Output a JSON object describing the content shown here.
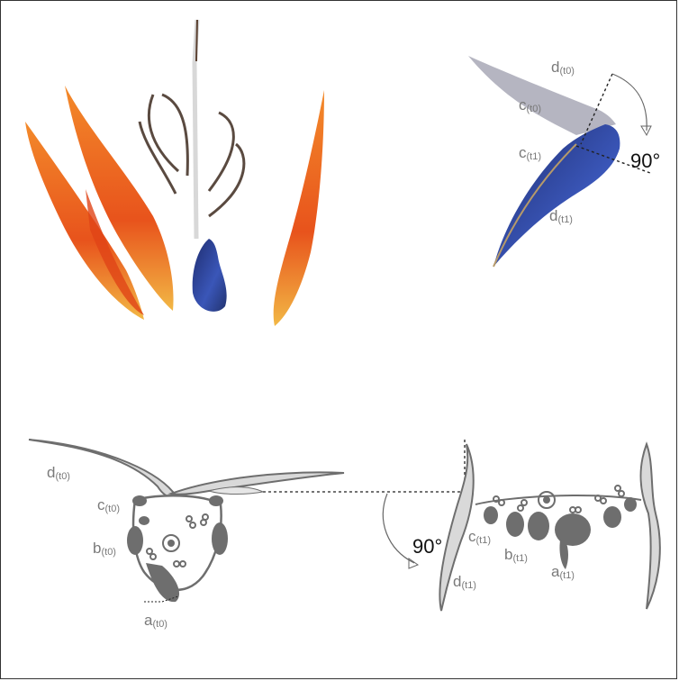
{
  "labels": {
    "top_right": {
      "d_t0": {
        "base": "d",
        "sub": "(t0)"
      },
      "c_t0": {
        "base": "c",
        "sub": "(t0)"
      },
      "c_t1": {
        "base": "c",
        "sub": "(t1)"
      },
      "d_t1": {
        "base": "d",
        "sub": "(t1)"
      },
      "angle": "90°"
    },
    "bottom_left": {
      "d_t0": {
        "base": "d",
        "sub": "(t0)"
      },
      "c_t0": {
        "base": "c",
        "sub": "(t0)"
      },
      "b_t0": {
        "base": "b",
        "sub": "(t0)"
      },
      "a_t0": {
        "base": "a",
        "sub": "(t0)"
      }
    },
    "bottom_right": {
      "angle": "90°",
      "c_t1": {
        "base": "c",
        "sub": "(t1)"
      },
      "b_t1": {
        "base": "b",
        "sub": "(t1)"
      },
      "a_t1": {
        "base": "a",
        "sub": "(t1)"
      },
      "d_t1": {
        "base": "d",
        "sub": "(t1)"
      }
    }
  },
  "colors": {
    "petal_orange": "#f07a1a",
    "petal_red": "#e0461a",
    "petal_tip": "#f6c64a",
    "blue_petal": "#2b3f8f",
    "section_gray": "#6e6e6e",
    "section_light": "#d9d9d9"
  }
}
